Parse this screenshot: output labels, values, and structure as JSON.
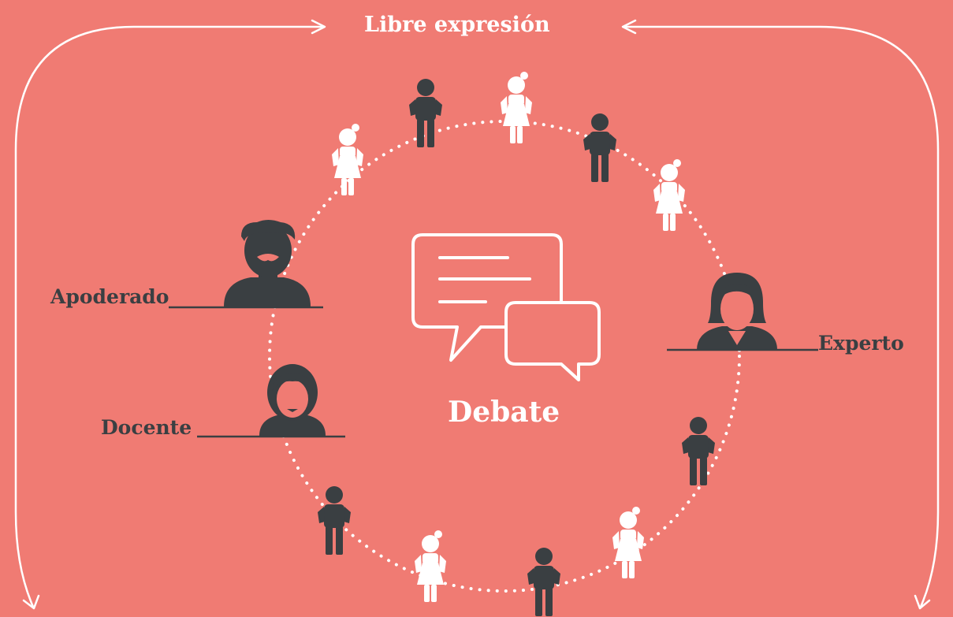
{
  "diagram": {
    "title": "Libre expresión",
    "center_label": "Debate",
    "roles": {
      "apoderado": "Apoderado",
      "docente": "Docente",
      "experto": "Experto"
    },
    "icons": {
      "center": "speech-bubbles-icon",
      "apoderado": "bearded-man-avatar-icon",
      "docente": "woman-avatar-icon",
      "experto": "woman-avatar-icon",
      "student_boy": "boy-student-icon",
      "student_girl": "girl-student-icon"
    },
    "colors": {
      "background": "#F07B73",
      "foreground": "#FFFFFF",
      "dark": "#3A3F42"
    }
  }
}
